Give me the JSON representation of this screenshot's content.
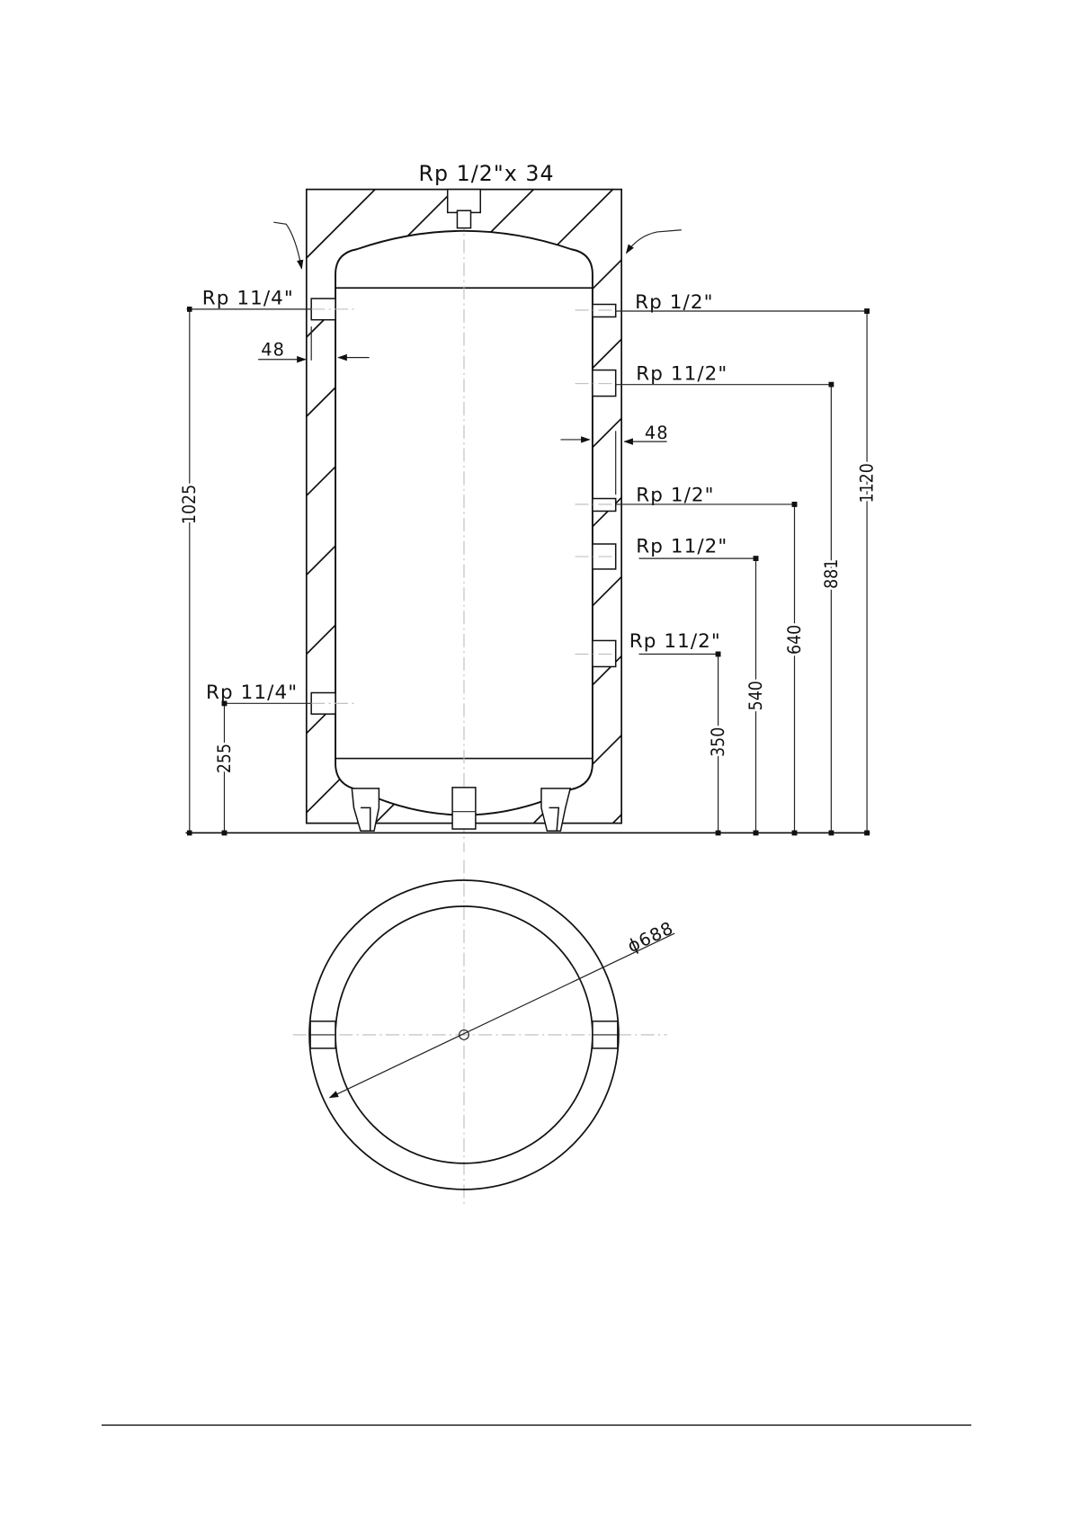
{
  "top_connection": "Rp 1/2\"x 34",
  "left": {
    "upper_connection": "Rp 11/4\"",
    "lower_connection": "Rp 11/4\"",
    "insulation_thickness": "48",
    "height_upper": "1025",
    "height_lower": "255"
  },
  "right": {
    "connections": [
      "Rp 1/2\"",
      "Rp 11/2\"",
      "Rp 1/2\"",
      "Rp 11/2\"",
      "Rp 11/2\""
    ],
    "heights": [
      "1120",
      "881",
      "640",
      "540",
      "350"
    ],
    "insulation_thickness": "48"
  },
  "plan": {
    "diameter": "ϕ688"
  }
}
